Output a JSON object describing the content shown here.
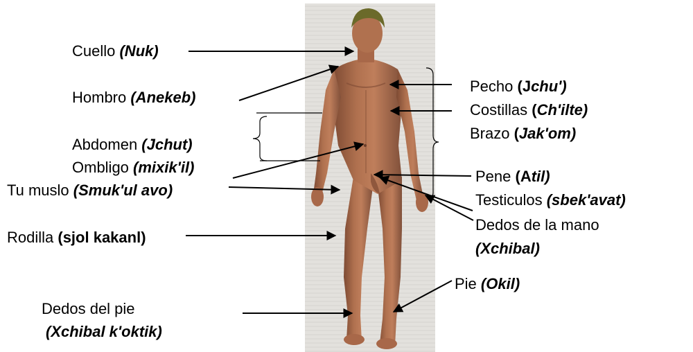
{
  "labels": {
    "cuello": {
      "text": "Cuello ",
      "term": "(Nuk)"
    },
    "hombro": {
      "text": "Hombro ",
      "term": "(Anekeb)"
    },
    "abdomen": {
      "text": "Abdomen ",
      "term": "(Jchut)"
    },
    "ombligo": {
      "text": "Ombligo ",
      "term": "(mixik'il)"
    },
    "muslo": {
      "text": "Tu muslo ",
      "term": "(Smuk'ul avo)"
    },
    "rodilla": {
      "text": "Rodilla ",
      "term": "(sjol kakanl)"
    },
    "dedos_pie": {
      "text": "Dedos del pie",
      "term": "(Xchibal k'oktik)"
    },
    "pecho": {
      "text": "Pecho ",
      "term_open": "(J",
      "term": "chu')"
    },
    "costillas": {
      "text": "Costillas ",
      "term_open": "(",
      "term": "Ch'ilte)"
    },
    "brazo": {
      "text": "Brazo ",
      "term_open": "(",
      "term": "Jak'om)"
    },
    "pene": {
      "text": "Pene ",
      "term_open": "(A",
      "term": "til)"
    },
    "testiculos": {
      "text": "Testiculos  ",
      "term": "(sbek'avat)"
    },
    "dedos_mano": {
      "text": "Dedos de la mano",
      "term": "(Xchibal)"
    },
    "pie": {
      "text": "Pie ",
      "term": "(Okil)"
    }
  },
  "colors": {
    "skin": "#b0714f",
    "skin_shadow": "#7d4a33",
    "hair": "#6b6a2a",
    "backdrop": "#e2e0dc"
  }
}
